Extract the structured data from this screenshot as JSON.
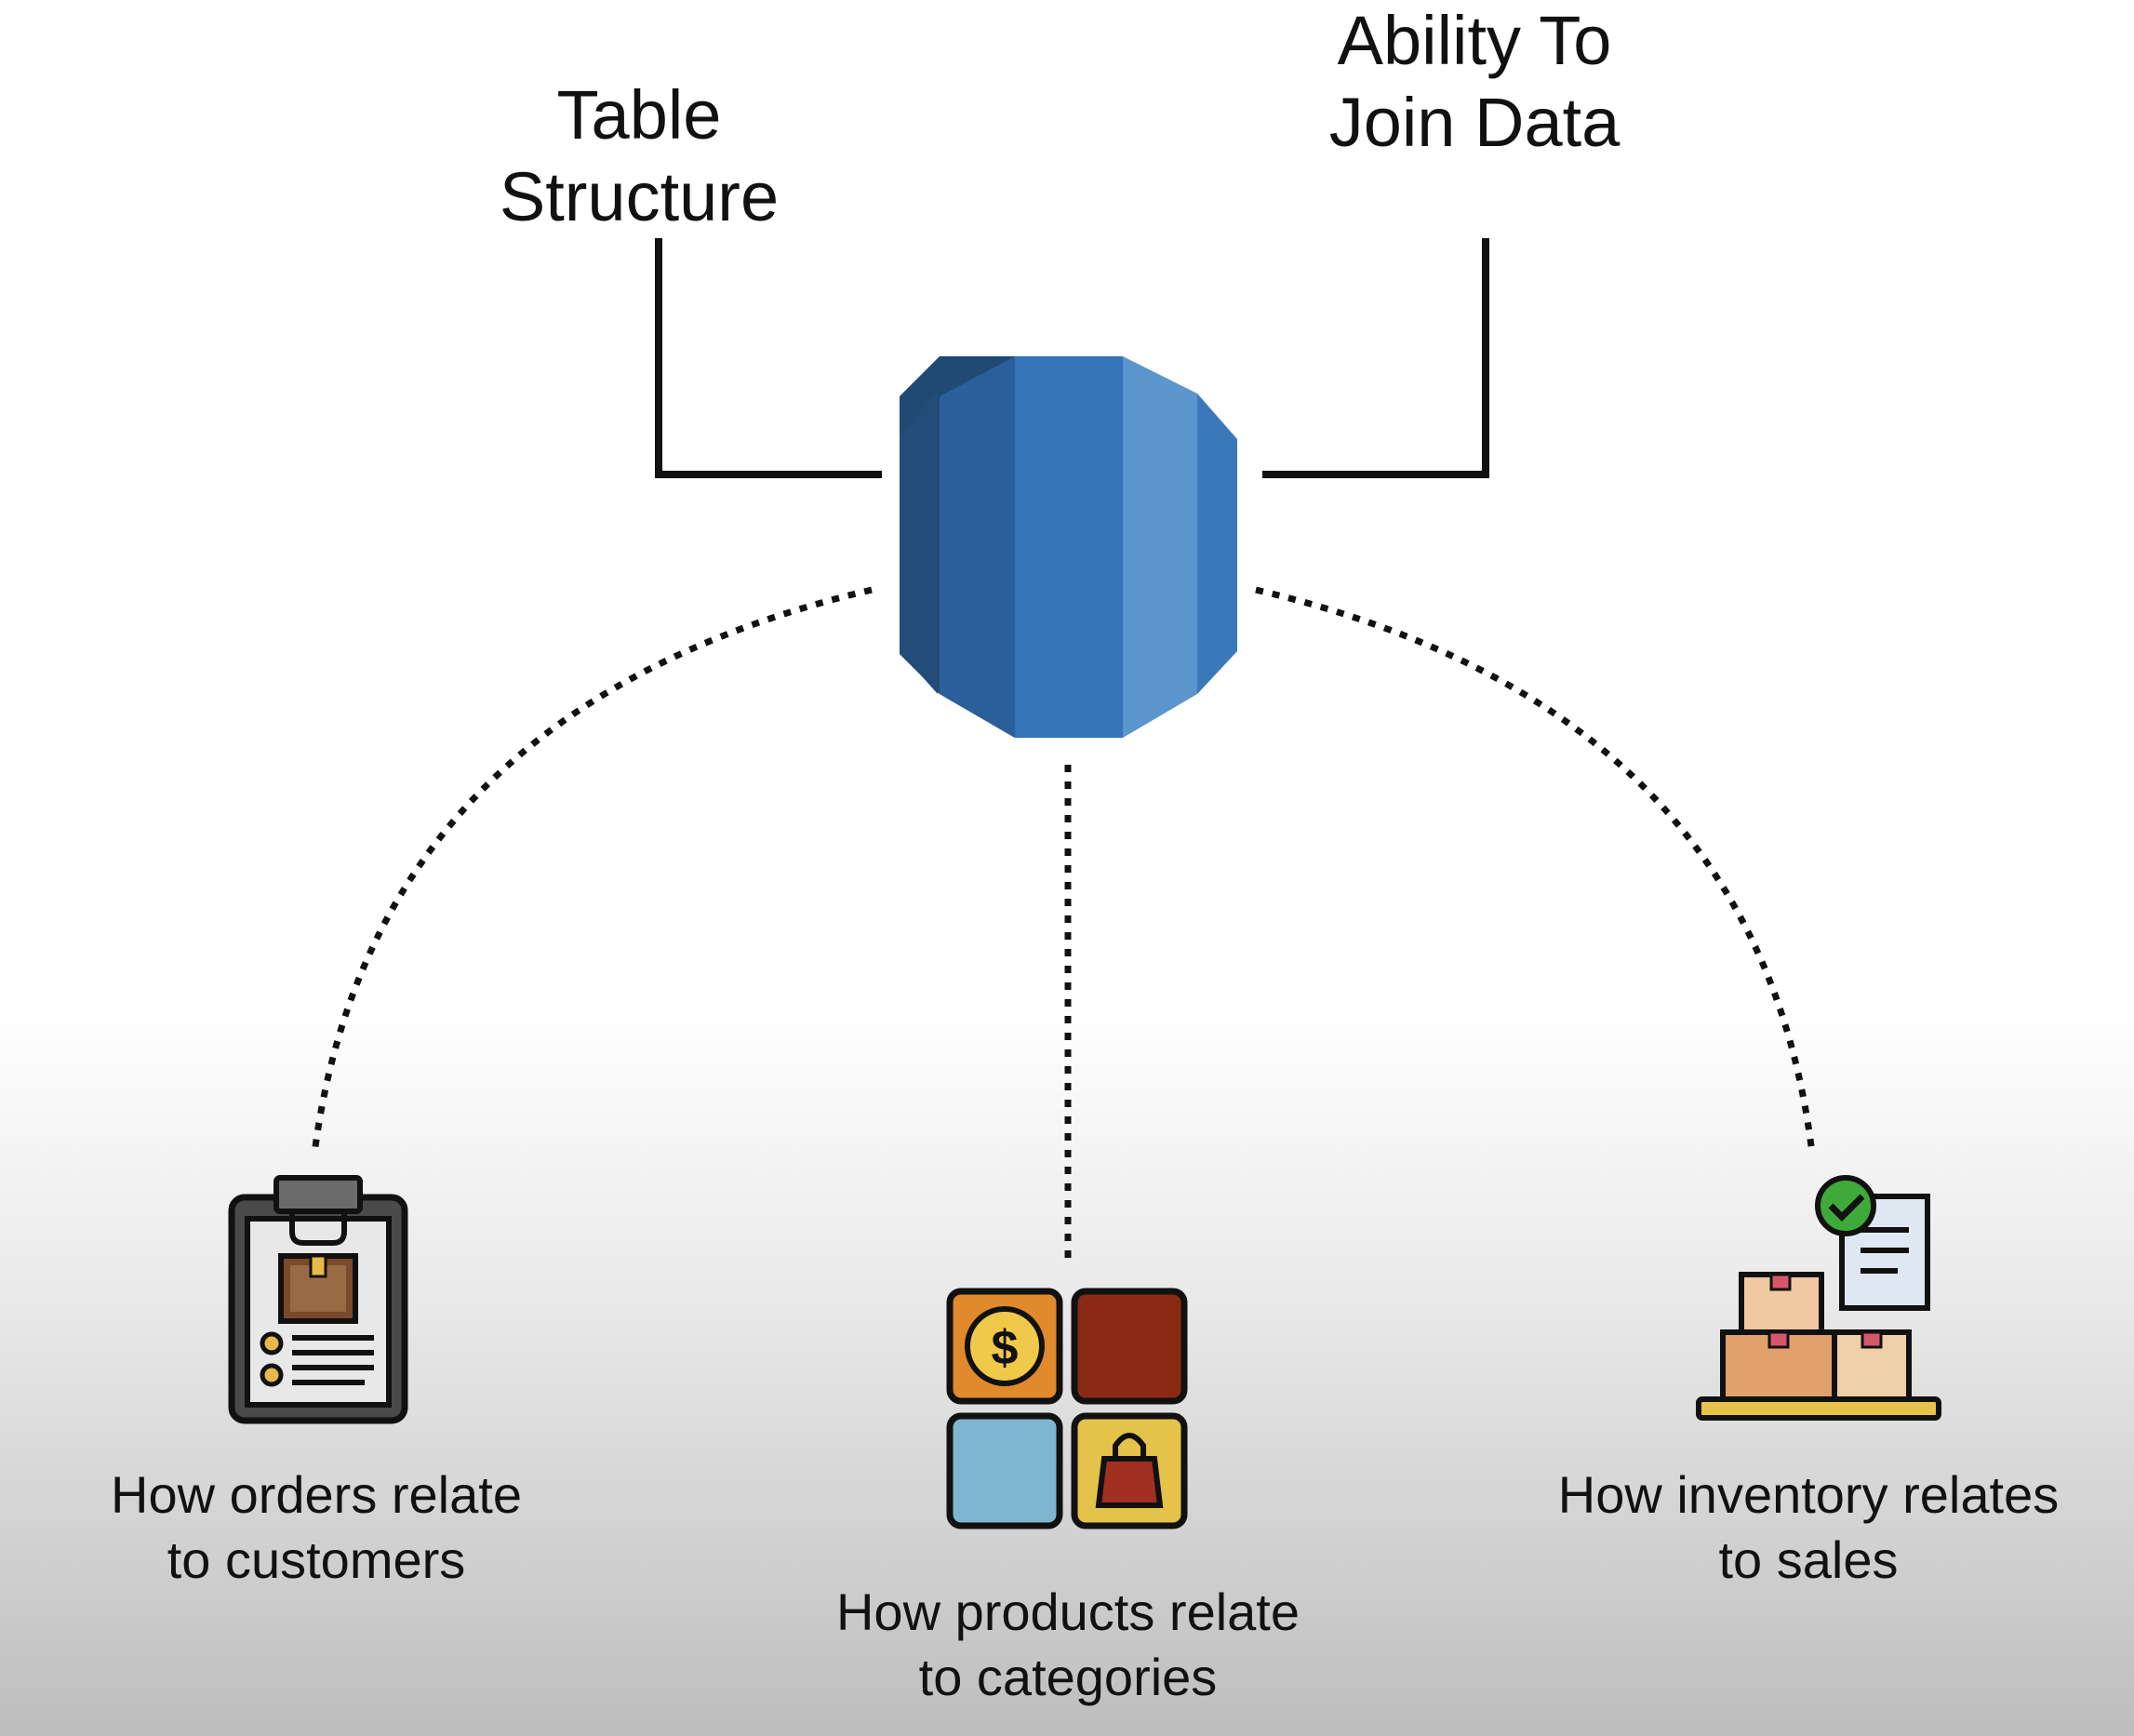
{
  "top_labels": {
    "left": [
      "Table",
      "Structure"
    ],
    "right": [
      "Ability To",
      "Join Data"
    ]
  },
  "bottom_items": [
    {
      "icon": "clipboard-package-icon",
      "lines": [
        "How orders relate",
        "to customers"
      ]
    },
    {
      "icon": "product-categories-grid-icon",
      "lines": [
        "How products relate",
        "to categories"
      ]
    },
    {
      "icon": "inventory-boxes-icon",
      "lines": [
        "How inventory relates",
        "to sales"
      ]
    }
  ],
  "center_icon": "database-icon",
  "colors": {
    "db_dark": "#1f4e79",
    "db_mid": "#2a5f9a",
    "db_main": "#3574b6",
    "db_light": "#5a95cc",
    "line": "#111111"
  }
}
